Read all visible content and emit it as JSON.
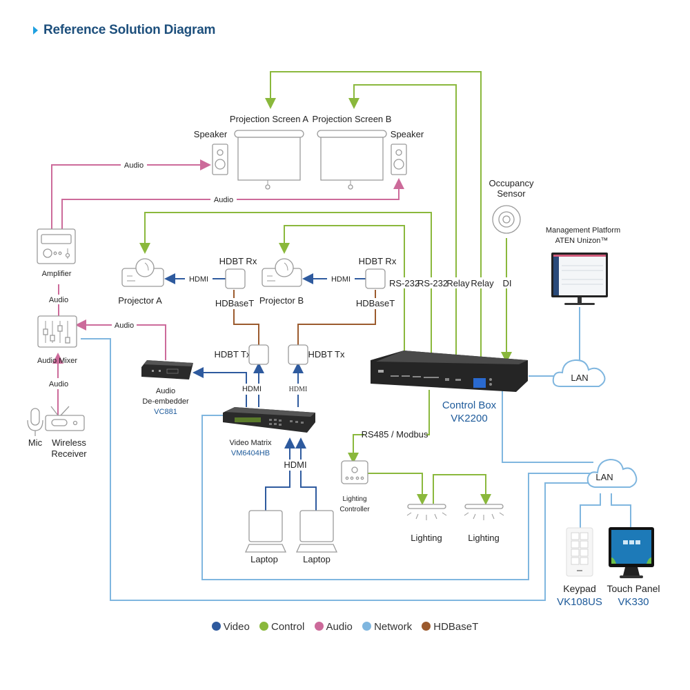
{
  "header": {
    "title": "Reference Solution Diagram",
    "arrow_icon": "triangle-right-icon"
  },
  "colors": {
    "video": "#2e5a9e",
    "control": "#8ab83c",
    "audio": "#cc6a9a",
    "network": "#7fb6df",
    "hdbaset": "#9b5a2d",
    "title": "#1d4f7c",
    "model": "#1d5a9a"
  },
  "devices": {
    "projection_screen_a": "Projection Screen A",
    "projection_screen_b": "Projection Screen B",
    "speaker_left": "Speaker",
    "speaker_right": "Speaker",
    "amplifier": "Amplifier",
    "audio_mixer": "Audio Mixer",
    "mic": "Mic",
    "wireless_receiver_1": "Wireless",
    "wireless_receiver_2": "Receiver",
    "projector_a": "Projector A",
    "projector_b": "Projector B",
    "hdbt_rx_a": "HDBT Rx",
    "hdbt_rx_b": "HDBT Rx",
    "hdbt_tx_a": "HDBT Tx",
    "hdbt_tx_b": "HDBT Tx",
    "audio_deembedder_1": "Audio",
    "audio_deembedder_2": "De-embedder",
    "audio_deembedder_model": "VC881",
    "video_matrix": "Video Matrix",
    "video_matrix_model": "VM6404HB",
    "laptop_1": "Laptop",
    "laptop_2": "Laptop",
    "occupancy_sensor_1": "Occupancy",
    "occupancy_sensor_2": "Sensor",
    "management_platform_1": "Management Platform",
    "management_platform_2": "ATEN Unizon™",
    "control_box": "Control Box",
    "control_box_model": "VK2200",
    "lighting_controller_1": "Lighting",
    "lighting_controller_2": "Controller",
    "lighting_1": "Lighting",
    "lighting_2": "Lighting",
    "lan_1": "LAN",
    "lan_2": "LAN",
    "keypad": "Keypad",
    "keypad_model": "VK108US",
    "touch_panel": "Touch Panel",
    "touch_panel_model": "VK330"
  },
  "connections": {
    "audio_amp_speaker_l": "Audio",
    "audio_amp_speaker_r": "Audio",
    "audio_mixer_amp": "Audio",
    "audio_deemb_mixer": "Audio",
    "audio_receiver_mixer": "Audio",
    "hdmi_rx_proj_a": "HDMI",
    "hdmi_rx_proj_b": "HDMI",
    "hdbaset_a": "HDBaseT",
    "hdbaset_b": "HDBaseT",
    "hdmi_matrix_out": "HDMI",
    "hdmi_matrix_out_b": "HDMI",
    "hdmi_matrix_in": "HDMI",
    "rs232_a": "RS-232",
    "rs232_b": "RS-232",
    "relay_a": "Relay",
    "relay_b": "Relay",
    "di": "DI",
    "rs485": "RS485 / Modbus"
  },
  "legend": [
    {
      "label": "Video",
      "color": "#2e5a9e"
    },
    {
      "label": "Control",
      "color": "#8ab83c"
    },
    {
      "label": "Audio",
      "color": "#cc6a9a"
    },
    {
      "label": "Network",
      "color": "#7fb6df"
    },
    {
      "label": "HDBaseT",
      "color": "#9b5a2d"
    }
  ]
}
